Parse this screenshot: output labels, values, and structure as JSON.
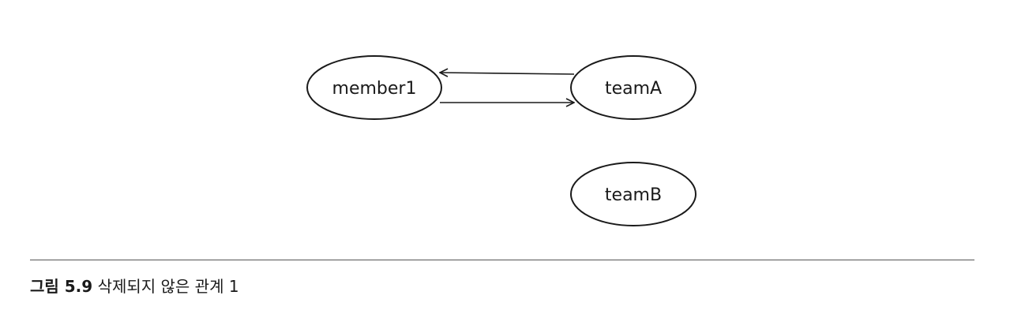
{
  "diagram": {
    "nodes": [
      {
        "id": "member1",
        "label": "member1"
      },
      {
        "id": "teamA",
        "label": "teamA"
      },
      {
        "id": "teamB",
        "label": "teamB"
      }
    ],
    "edges": [
      {
        "from": "teamA",
        "to": "member1"
      },
      {
        "from": "member1",
        "to": "teamA"
      }
    ]
  },
  "caption": {
    "label": "그림 5.9",
    "text": "삭제되지 않은 관계 1"
  }
}
